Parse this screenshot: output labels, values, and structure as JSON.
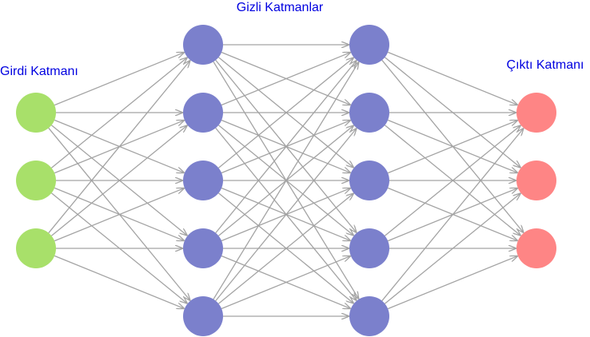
{
  "labels": {
    "input_layer": "Girdi Katmanı",
    "hidden_layers": "Gizli Katmanlar",
    "output_layer": "Çıktı Katmanı"
  },
  "layers": [
    {
      "key": "input",
      "name": "input",
      "node_count": 3,
      "color": "#a8e06a"
    },
    {
      "key": "hidden1",
      "name": "hidden-1",
      "node_count": 5,
      "color": "#7b80cc"
    },
    {
      "key": "hidden2",
      "name": "hidden-2",
      "node_count": 5,
      "color": "#7b80cc"
    },
    {
      "key": "output",
      "name": "output",
      "node_count": 3,
      "color": "#fe8585"
    }
  ],
  "colors": {
    "label_text": "#0000e0",
    "edge": "#a3a3a3"
  }
}
